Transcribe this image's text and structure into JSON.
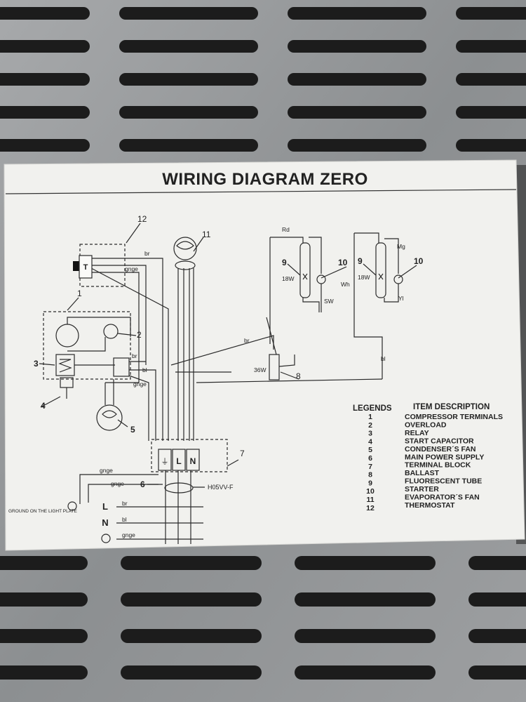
{
  "title": "WIRING DIAGRAM ZERO",
  "legend": {
    "col1_header": "LEGENDS",
    "col2_header": "ITEM DESCRIPTION",
    "items": [
      {
        "num": "1",
        "desc": "COMPRESSOR TERMINALS"
      },
      {
        "num": "2",
        "desc": "OVERLOAD"
      },
      {
        "num": "3",
        "desc": "RELAY"
      },
      {
        "num": "4",
        "desc": "START CAPACITOR"
      },
      {
        "num": "5",
        "desc": "CONDENSER´S FAN"
      },
      {
        "num": "6",
        "desc": "MAIN POWER SUPPLY"
      },
      {
        "num": "7",
        "desc": "TERMINAL BLOCK"
      },
      {
        "num": "8",
        "desc": "BALLAST"
      },
      {
        "num": "9",
        "desc": "FLUORESCENT TUBE"
      },
      {
        "num": "10",
        "desc": "STARTER"
      },
      {
        "num": "11",
        "desc": "EVAPORATOR´S FAN"
      },
      {
        "num": "12",
        "desc": "THERMOSTAT"
      }
    ]
  },
  "callouts": {
    "n1": "1",
    "n2": "2",
    "n3": "3",
    "n4": "4",
    "n5": "5",
    "n6": "6",
    "n7": "7",
    "n8": "8",
    "n9a": "9",
    "n9b": "9",
    "n10a": "10",
    "n10b": "10",
    "n11": "11",
    "n12": "12"
  },
  "wires": {
    "br_top": "br",
    "gnge_top": "gnge",
    "br_mid": "br",
    "br_relay": "br",
    "bl_relay": "bl",
    "gnge_relay": "gnge",
    "rd": "Rd",
    "wh": "Wh",
    "sw": "SW",
    "mg": "Mg",
    "yl": "Yl",
    "bl_right": "bl",
    "gnge_main": "gnge",
    "gnge_ground": "gnge",
    "br_L": "br",
    "bl_N": "bl",
    "gnge_E": "gnge"
  },
  "ratings": {
    "tube_a": "18W",
    "tube_b": "18W",
    "ballast": "36W"
  },
  "terminals": {
    "t": "T",
    "L": "L",
    "N": "N"
  },
  "supply": {
    "L": "L",
    "N": "N"
  },
  "cable": "H05VV-F",
  "ground_label": "GROUND ON THE LIGHT PLATE"
}
